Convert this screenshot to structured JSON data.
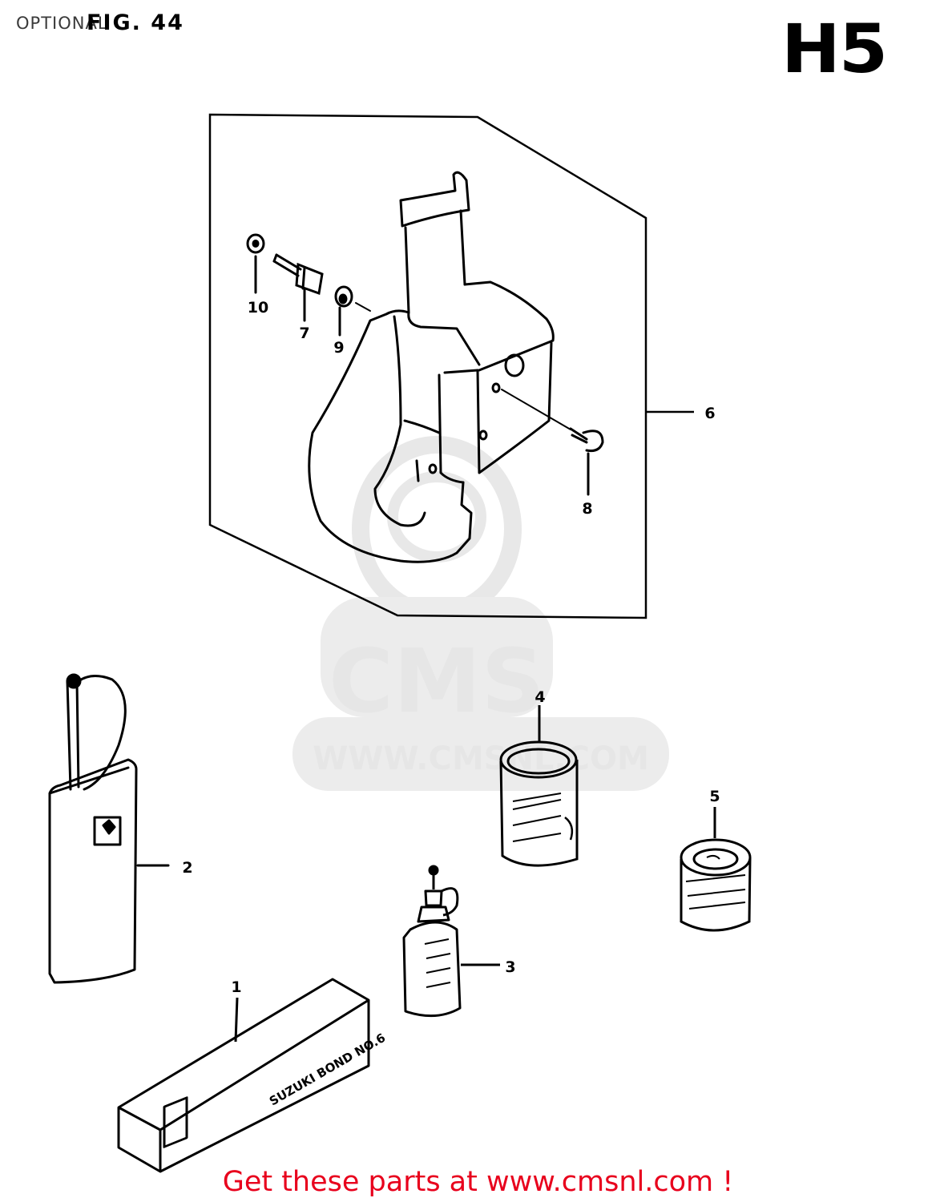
{
  "header": {
    "section": "OPTIONAL",
    "figure": "FIG. 44",
    "code": "H5"
  },
  "watermark": {
    "logo": "CMS",
    "url": "WWW.CMSNL.COM"
  },
  "callouts": [
    "1",
    "2",
    "3",
    "4",
    "5",
    "6",
    "7",
    "8",
    "9",
    "10"
  ],
  "product_label": "SUZUKI BOND NO.6",
  "footer": "Get these parts at www.cmsnl.com !"
}
